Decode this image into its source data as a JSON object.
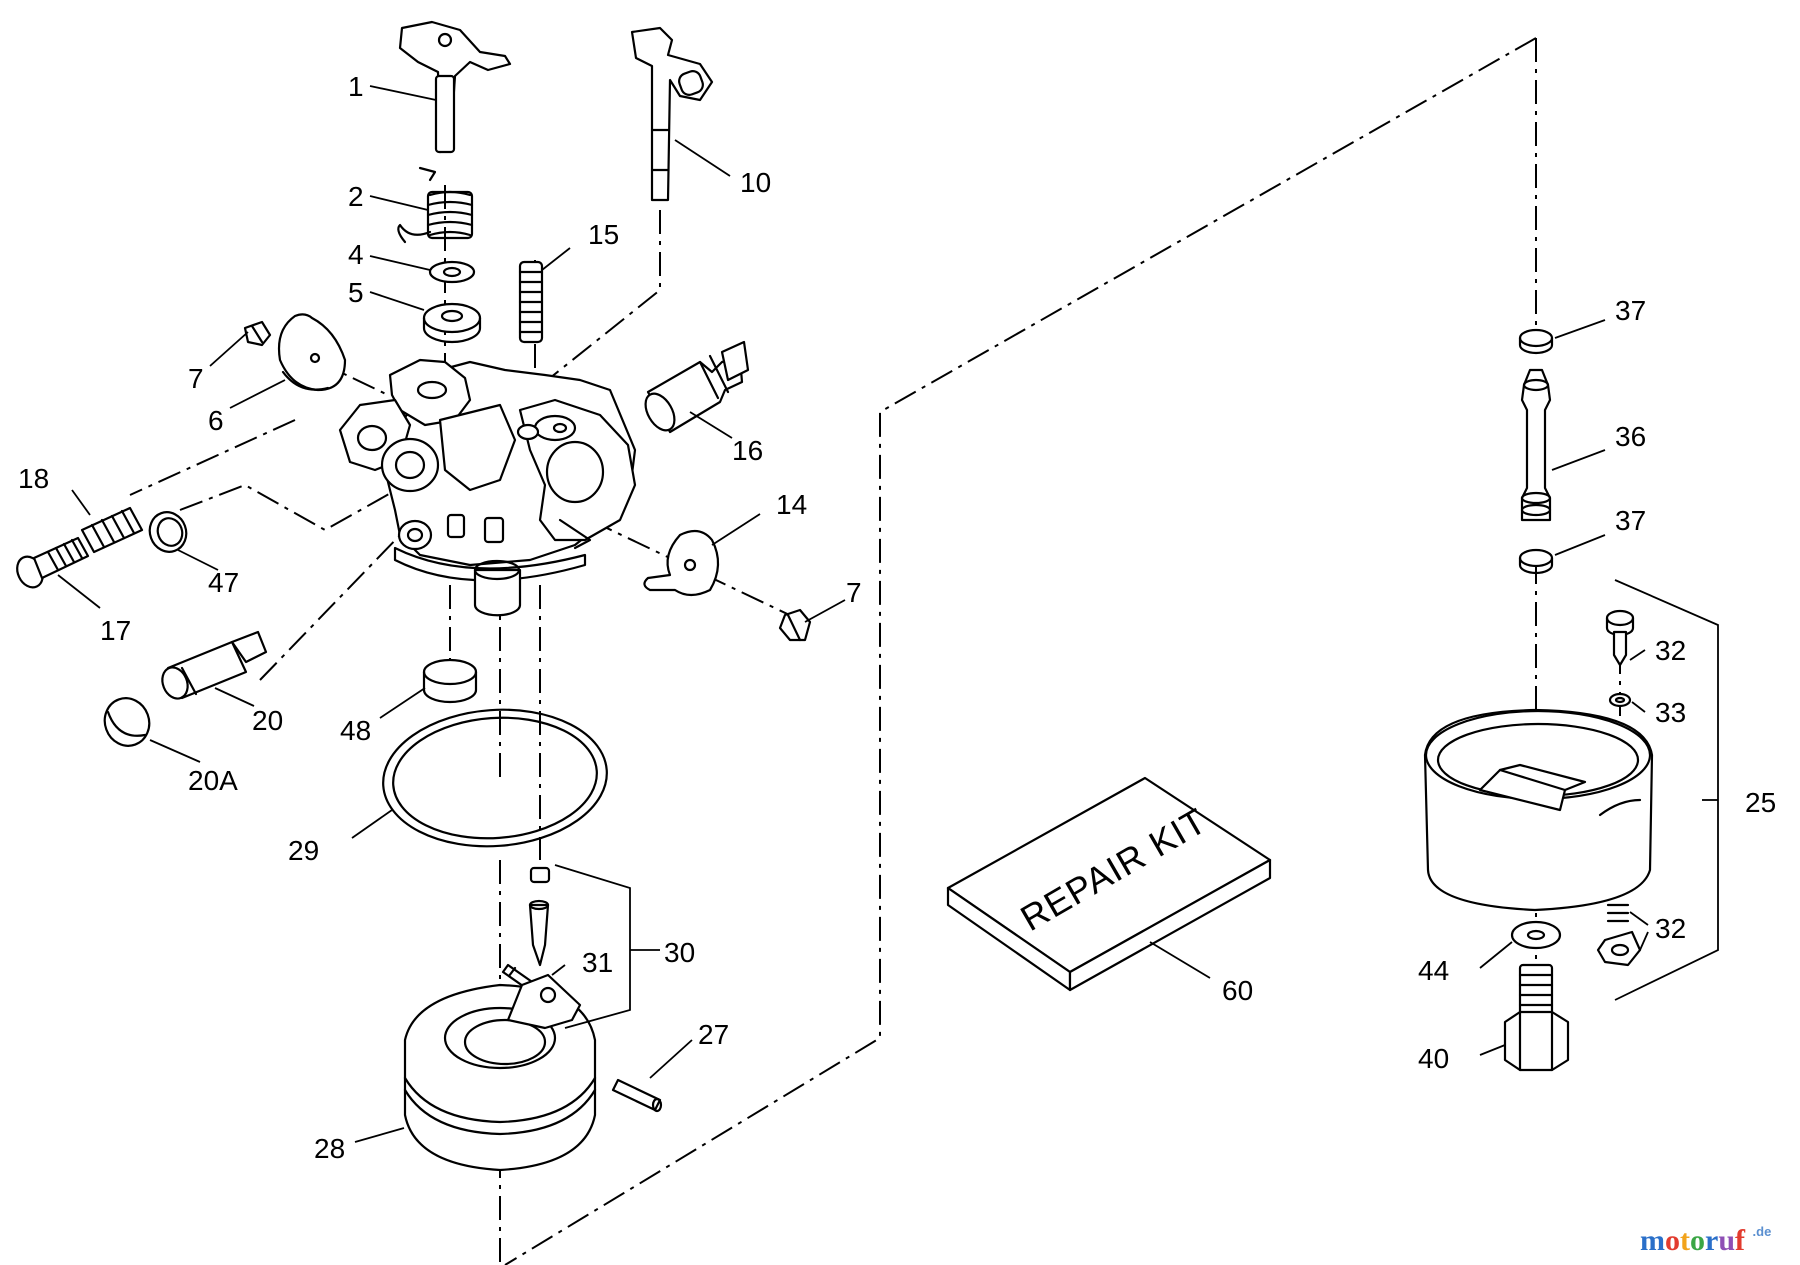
{
  "labels": {
    "p1": "1",
    "p2": "2",
    "p4": "4",
    "p5": "5",
    "p6": "6",
    "p7a": "7",
    "p7b": "7",
    "p10": "10",
    "p14": "14",
    "p15": "15",
    "p16": "16",
    "p17": "17",
    "p18": "18",
    "p20": "20",
    "p20a": "20A",
    "p25": "25",
    "p27": "27",
    "p28": "28",
    "p29": "29",
    "p30": "30",
    "p31": "31",
    "p32a": "32",
    "p32b": "32",
    "p33": "33",
    "p36": "36",
    "p37a": "37",
    "p37b": "37",
    "p40": "40",
    "p44": "44",
    "p47": "47",
    "p48": "48",
    "p60": "60"
  },
  "repair_kit": {
    "text": "REPAIR KIT"
  },
  "watermark": {
    "main": "motoruf",
    "suffix": ".de"
  },
  "colors": {
    "line": "#000000",
    "watermark_m": "#2a6fc9",
    "watermark_o1": "#e23b2e",
    "watermark_t": "#f2a31b",
    "watermark_o2": "#3aa645",
    "watermark_r": "#2a6fc9",
    "watermark_u": "#8e4fb5",
    "watermark_f": "#e23b2e"
  }
}
